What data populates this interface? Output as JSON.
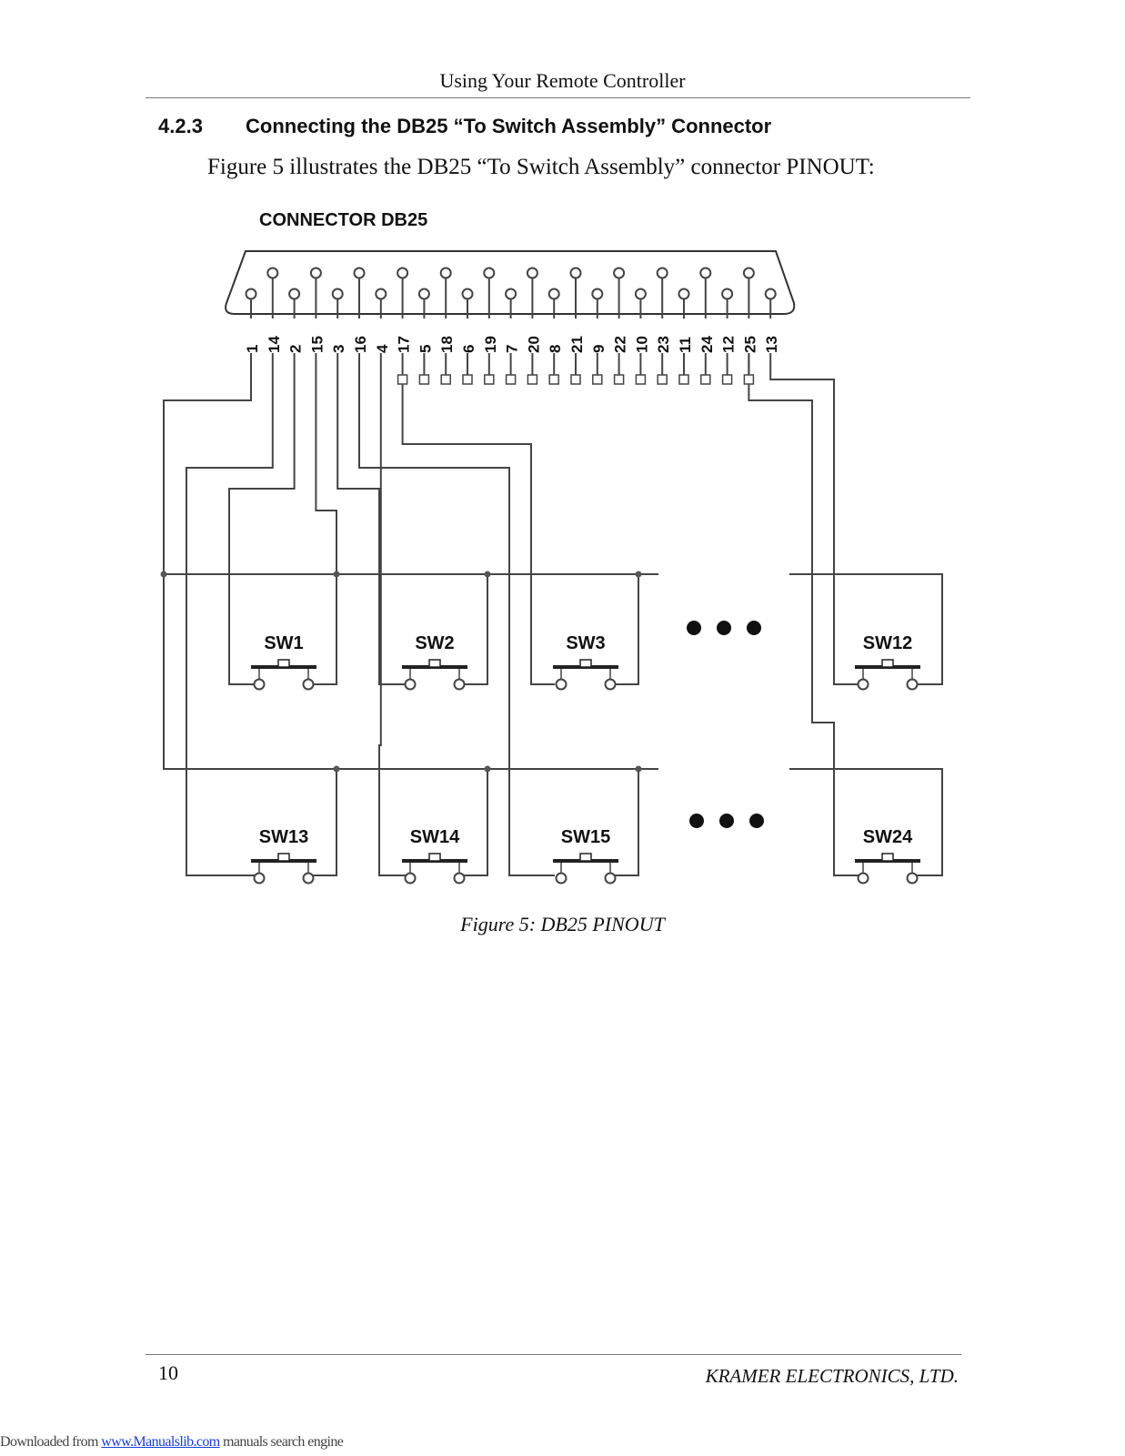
{
  "header": {
    "title": "Using Your Remote Controller"
  },
  "section": {
    "number": "4.2.3",
    "title": "Connecting the DB25 “To Switch Assembly” Connector",
    "intro": "Figure 5 illustrates the DB25 “To Switch Assembly” connector PINOUT:"
  },
  "figure": {
    "connector_label": "CONNECTOR DB25",
    "pin_labels": [
      "1",
      "14",
      "2",
      "15",
      "3",
      "16",
      "4",
      "17",
      "5",
      "18",
      "6",
      "19",
      "7",
      "20",
      "8",
      "21",
      "9",
      "22",
      "10",
      "23",
      "11",
      "24",
      "12",
      "25",
      "13"
    ],
    "switch_labels": [
      "SW1",
      "SW2",
      "SW3",
      "SW12",
      "SW13",
      "SW14",
      "SW15",
      "SW24"
    ],
    "caption": "Figure 5: DB25 PINOUT"
  },
  "footer": {
    "page_number": "10",
    "company": "KRAMER ELECTRONICS, LTD."
  },
  "download_note": {
    "prefix": "Downloaded from ",
    "link_text": "www.Manualslib.com",
    "suffix": " manuals search engine"
  }
}
